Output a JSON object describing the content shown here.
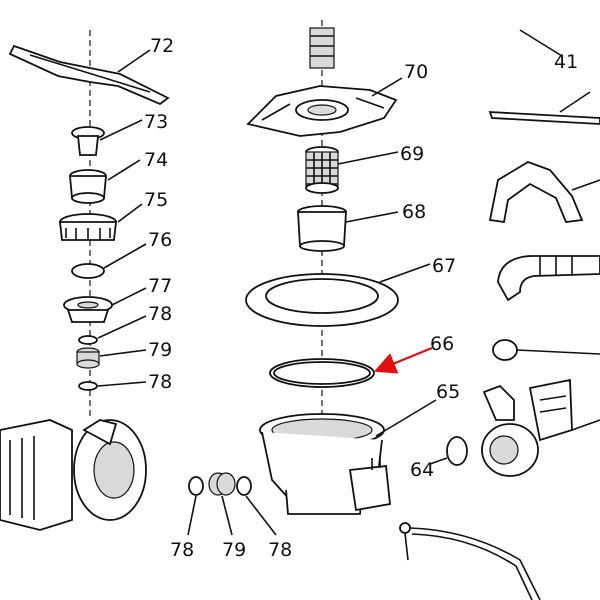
{
  "labels": {
    "l41": "41",
    "l64": "64",
    "l65": "65",
    "l66": "66",
    "l67": "67",
    "l68": "68",
    "l69": "69",
    "l70": "70",
    "l72": "72",
    "l73": "73",
    "l74": "74",
    "l75": "75",
    "l76": "76",
    "l77": "77",
    "l78a": "78",
    "l79a": "79",
    "l78b": "78",
    "l78c": "78",
    "l79b": "79",
    "l78d": "78"
  },
  "colors": {
    "highlight_arrow": "#e01010",
    "ink": "#111111"
  }
}
